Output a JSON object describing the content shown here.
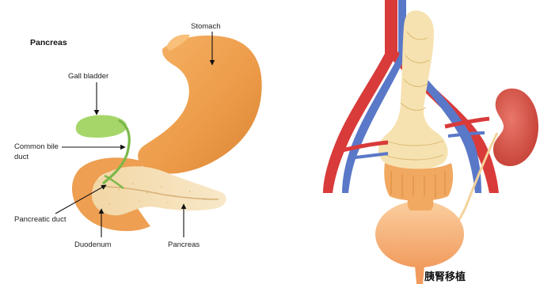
{
  "left_diagram": {
    "title": "Pancreas",
    "labels": {
      "stomach": "Stomach",
      "gall_bladder": "Gall bladder",
      "common_bile_duct_line1": "Common bile",
      "common_bile_duct_line2": "duct",
      "pancreatic_duct": "Pancreatic duct",
      "duodenum": "Duodenum",
      "pancreas": "Pancreas"
    }
  },
  "right_diagram": {
    "caption": "胰腎移植"
  },
  "colors": {
    "stomach": "#f0a050",
    "pancreas": "#f3dcb0",
    "gall_bladder": "#a6d66a",
    "artery": "#d93a3a",
    "vein": "#5a78c8",
    "kidney": "#d9544a",
    "bladder": "#f7b27a"
  }
}
